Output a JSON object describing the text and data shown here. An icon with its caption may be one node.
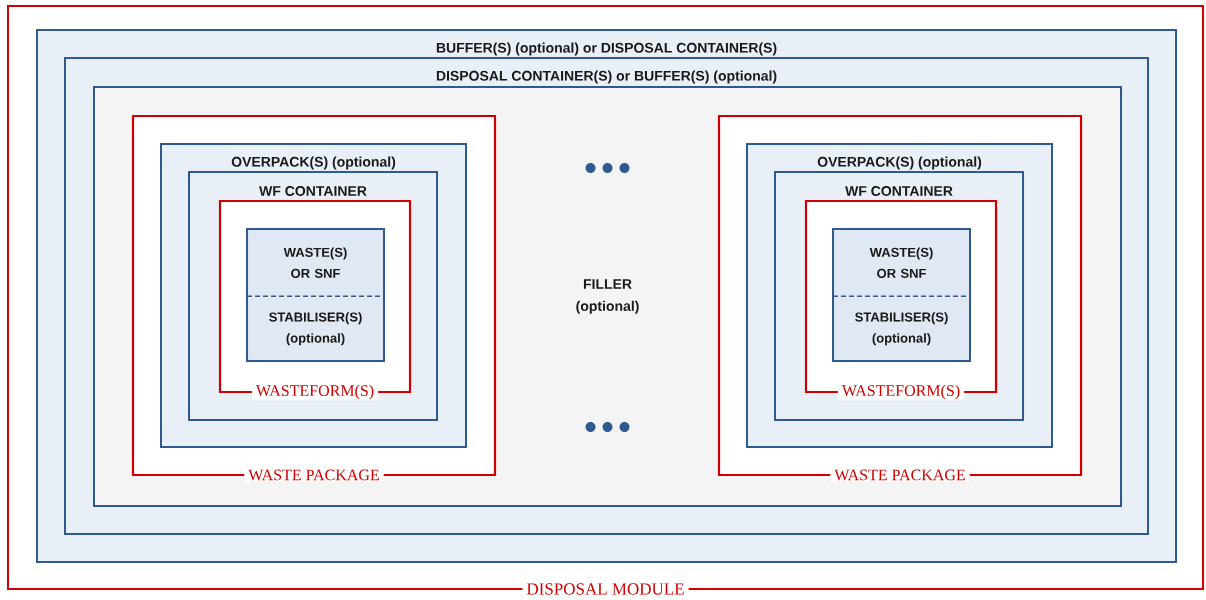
{
  "diagram": {
    "nodes": [
      {
        "text": [
          "DISPOSAL MODULE"
        ]
      },
      {
        "text": [
          "BUFFER(S) (optional) or DISPOSAL CONTAINER(S)"
        ],
        "in": 0
      },
      {
        "text": [
          "DISPOSAL CONTAINER(S) or BUFFER(S) (optional)"
        ],
        "in": 1
      },
      {
        "text": [
          "FILLER (optional)"
        ],
        "in": 2
      },
      {
        "text": [
          "WASTE PACKAGE"
        ],
        "in": 3
      },
      {
        "text": [
          "OVERPACK(S) (optional)"
        ],
        "in": 4
      },
      {
        "text": [
          "WF CONTAINER"
        ],
        "in": 5
      },
      {
        "text": [
          "WASTEFORM(S)"
        ],
        "in": 6
      },
      {
        "text": [
          "WASTE(S) OR SNF",
          "STABILISER(S) (optional)"
        ],
        "in": 7
      },
      {
        "text": [
          "WASTE PACKAGE"
        ],
        "in": 3
      },
      {
        "text": [
          "OVERPACK(S) (optional)"
        ],
        "in": 9
      },
      {
        "text": [
          "WF CONTAINER"
        ],
        "in": 10
      },
      {
        "text": [
          "WASTEFORM(S)"
        ],
        "in": 11
      },
      {
        "text": [
          "WASTE(S) OR SNF",
          "STABILISER(S) (optional)"
        ],
        "in": 12
      }
    ]
  }
}
